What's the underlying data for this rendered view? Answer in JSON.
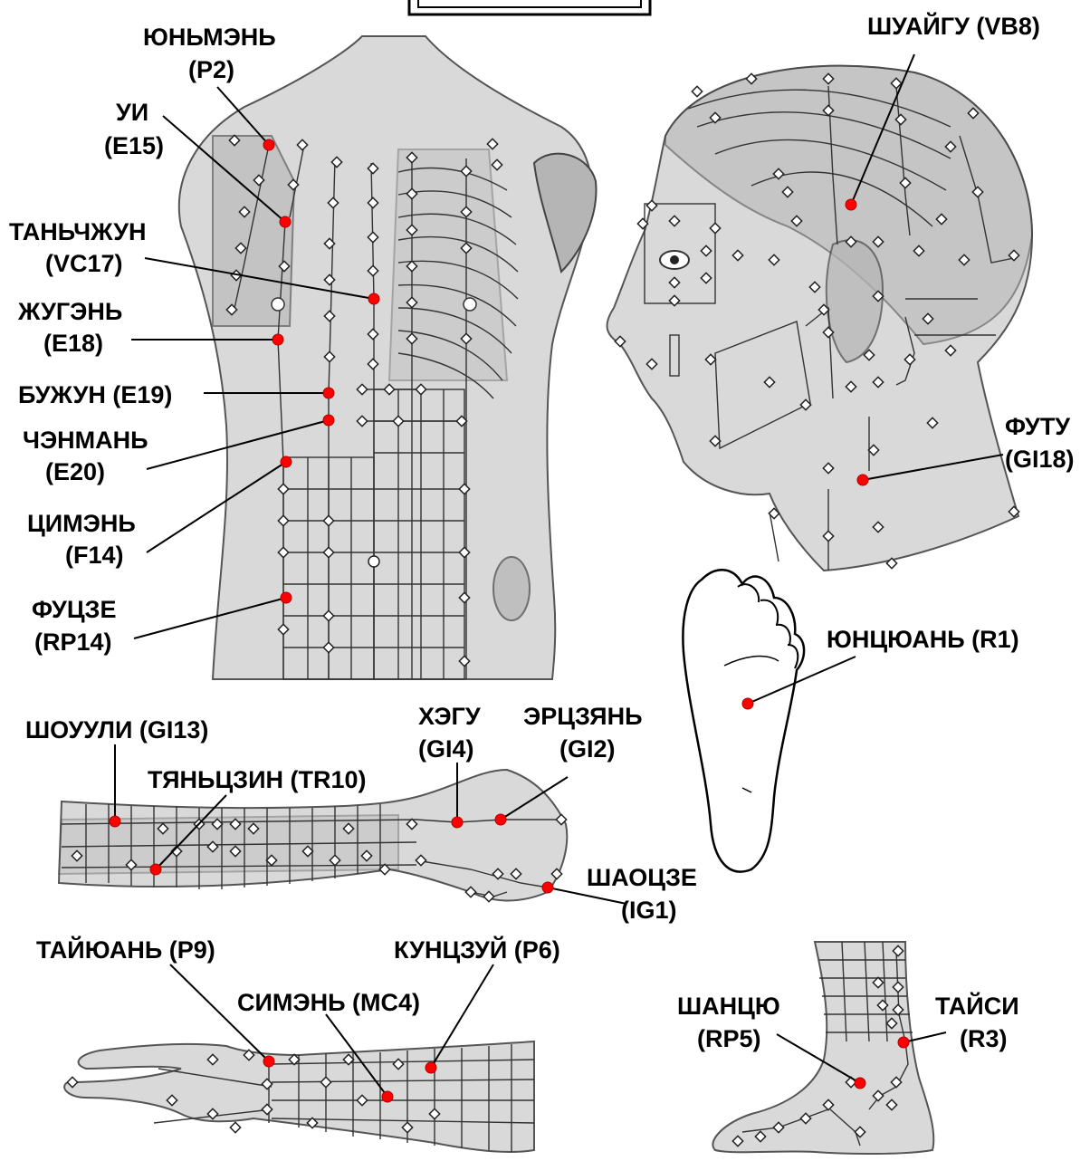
{
  "colors": {
    "acupoint": "#ff0000",
    "body": "#d9d9d9",
    "outline": "#444444"
  },
  "labels": {
    "yunmen_1": "ЮНЬМЭНЬ",
    "yunmen_2": "(P2)",
    "ui_1": "УИ",
    "ui_2": "(E15)",
    "tanzhun_1": "ТАНЬЧЖУН",
    "tanzhun_2": "(VC17)",
    "zhugen_1": "ЖУГЭНЬ",
    "zhugen_2": "(E18)",
    "buzhun": "БУЖУН (E19)",
    "chenman_1": "ЧЭНМАНЬ",
    "chenman_2": "(E20)",
    "qimen_1": "ЦИМЭНЬ",
    "qimen_2": "(F14)",
    "fuze_1": "ФУЦЗЕ",
    "fuze_2": "(RP14)",
    "shuaigu": "ШУАЙГУ (VB8)",
    "futu_1": "ФУТУ",
    "futu_2": "(GI18)",
    "yunquan": "ЮНЦЮАНЬ (R1)",
    "shouuli": "ШОУУЛИ (GI13)",
    "tianjing": "ТЯНЬЦЗИН (TR10)",
    "hegu_1": "ХЭГУ",
    "hegu_2": "(GI4)",
    "erjian_1": "ЭРЦЗЯНЬ",
    "erjian_2": "(GI2)",
    "shaoze_1": "ШАОЦЗЕ",
    "shaoze_2": "(IG1)",
    "taiyuan": "ТАЙЮАНЬ (P9)",
    "kunzui": "КУНЦЗУЙ (P6)",
    "ximen": "СИМЭНЬ (MC4)",
    "shanqiu_1": "ШАНЦЮ",
    "shanqiu_2": "(RP5)",
    "taixi_1": "ТАЙСИ",
    "taixi_2": "(R3)"
  }
}
